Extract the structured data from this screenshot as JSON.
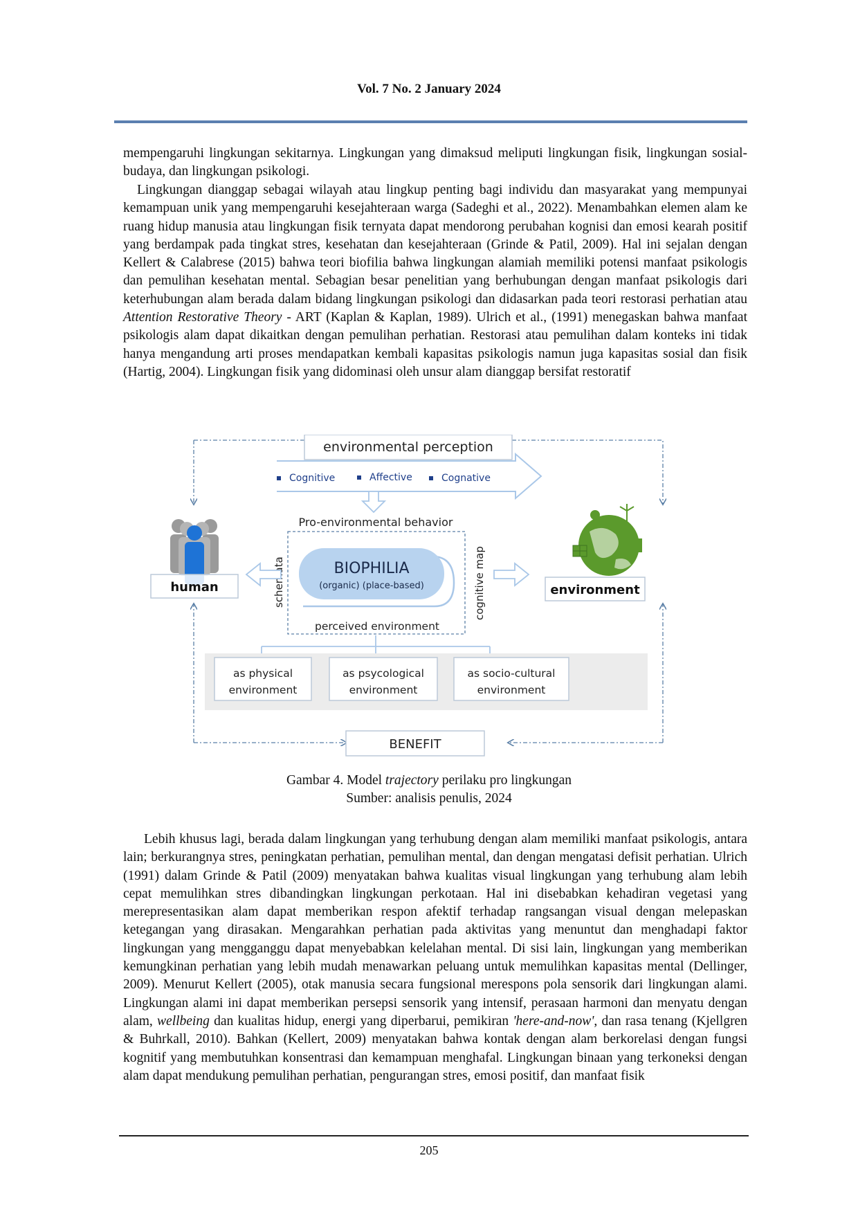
{
  "header": {
    "title": "Vol. 7 No. 2 January 2024"
  },
  "body": {
    "para1": "mempengaruhi lingkungan sekitarnya. Lingkungan yang dimaksud meliputi lingkungan fisik, lingkungan sosial-budaya, dan lingkungan psikologi.",
    "para2": {
      "before": "Lingkungan dianggap sebagai wilayah atau lingkup penting bagi individu dan masyarakat yang mempunyai kemampuan unik yang mempengaruhi kesejahteraan warga (Sadeghi et al., 2022). Menambahkan elemen alam ke ruang hidup manusia atau lingkungan fisik ternyata dapat mendorong perubahan kognisi dan emosi kearah positif yang berdampak pada tingkat stres, kesehatan dan kesejahteraan (Grinde & Patil, 2009). Hal ini sejalan dengan Kellert & Calabrese (2015) bahwa teori biofilia bahwa lingkungan alamiah memiliki potensi manfaat psikologis dan pemulihan kesehatan mental. Sebagian besar penelitian yang berhubungan dengan manfaat psikologis dari keterhubungan alam berada dalam bidang lingkungan psikologi dan didasarkan pada teori restorasi perhatian atau ",
      "italic": "Attention Restorative Theory",
      "after": " - ART (Kaplan & Kaplan, 1989). Ulrich et al., (1991) menegaskan bahwa manfaat psikologis alam dapat dikaitkan dengan pemulihan perhatian. Restorasi atau pemulihan dalam konteks ini tidak hanya mengandung arti proses mendapatkan kembali kapasitas psikologis namun juga kapasitas sosial dan fisik (Hartig, 2004). Lingkungan fisik yang didominasi oleh unsur alam dianggap bersifat restoratif"
    },
    "para3": {
      "part1": "Lebih khusus lagi, berada dalam lingkungan yang terhubung dengan alam memiliki manfaat psikologis, antara lain; berkurangnya stres, peningkatan perhatian, pemulihan mental, dan dengan mengatasi defisit perhatian. Ulrich (1991) dalam Grinde & Patil (2009) menyatakan bahwa kualitas visual lingkungan yang terhubung alam lebih cepat memulihkan stres dibandingkan lingkungan perkotaan. Hal ini disebabkan kehadiran vegetasi yang merepresentasikan alam dapat memberikan respon afektif terhadap rangsangan visual dengan melepaskan ketegangan yang dirasakan. Mengarahkan perhatian pada aktivitas yang menuntut dan menghadapi faktor lingkungan yang mengganggu dapat menyebabkan kelelahan mental. Di sisi lain, lingkungan yang memberikan kemungkinan perhatian yang lebih mudah menawarkan peluang untuk memulihkan kapasitas mental (Dellinger, 2009). Menurut Kellert (2005), otak manusia secara fungsional merespons pola sensorik dari lingkungan alami. Lingkungan alami ini dapat memberikan persepsi sensorik yang intensif, perasaan harmoni dan menyatu dengan alam, ",
      "italic1": "wellbeing",
      "part2": " dan kualitas hidup, energi yang diperbarui, pemikiran ",
      "italic2": "'here-and-now'",
      "part3": ", dan rasa tenang (Kjellgren & Buhrkall, 2010). Bahkan (Kellert, 2009) menyatakan bahwa kontak dengan alam berkorelasi dengan fungsi kognitif yang membutuhkan konsentrasi dan kemampuan menghafal. Lingkungan binaan yang terkoneksi dengan alam dapat mendukung pemulihan perhatian, pengurangan stres, emosi positif, dan manfaat fisik"
    }
  },
  "figure": {
    "env_perception": "environmental perception",
    "cognitive": "Cognitive",
    "affective": "Affective",
    "cognative": "Cognative",
    "pro_env": "Pro-environmental behavior",
    "biophilia": "BIOPHILIA",
    "biophilia_sub": "(organic) (place-based)",
    "schemata": "schemata",
    "cognitive_map": "cognitive map",
    "perceived": "perceived environment",
    "human": "human",
    "environment": "environment",
    "physical_1": "as physical",
    "physical_2": "environment",
    "psyco_1": "as psycological",
    "psyco_2": "environment",
    "socio_1": "as socio-cultural",
    "socio_2": "environment",
    "benefit": "BENEFIT",
    "colors": {
      "person_blue": "#1e73d6",
      "person_grey": "#9a9a9a",
      "globe_green": "#5b9a2c",
      "bullet_blue": "#1f3f8a",
      "arrow_blue": "#a9c7e8"
    }
  },
  "caption": {
    "line1_prefix": "Gambar 4. Model ",
    "line1_italic": "trajectory",
    "line1_suffix": " perilaku pro lingkungan",
    "line2": "Sumber: analisis penulis, 2024"
  },
  "footer": {
    "page_number": "205"
  }
}
